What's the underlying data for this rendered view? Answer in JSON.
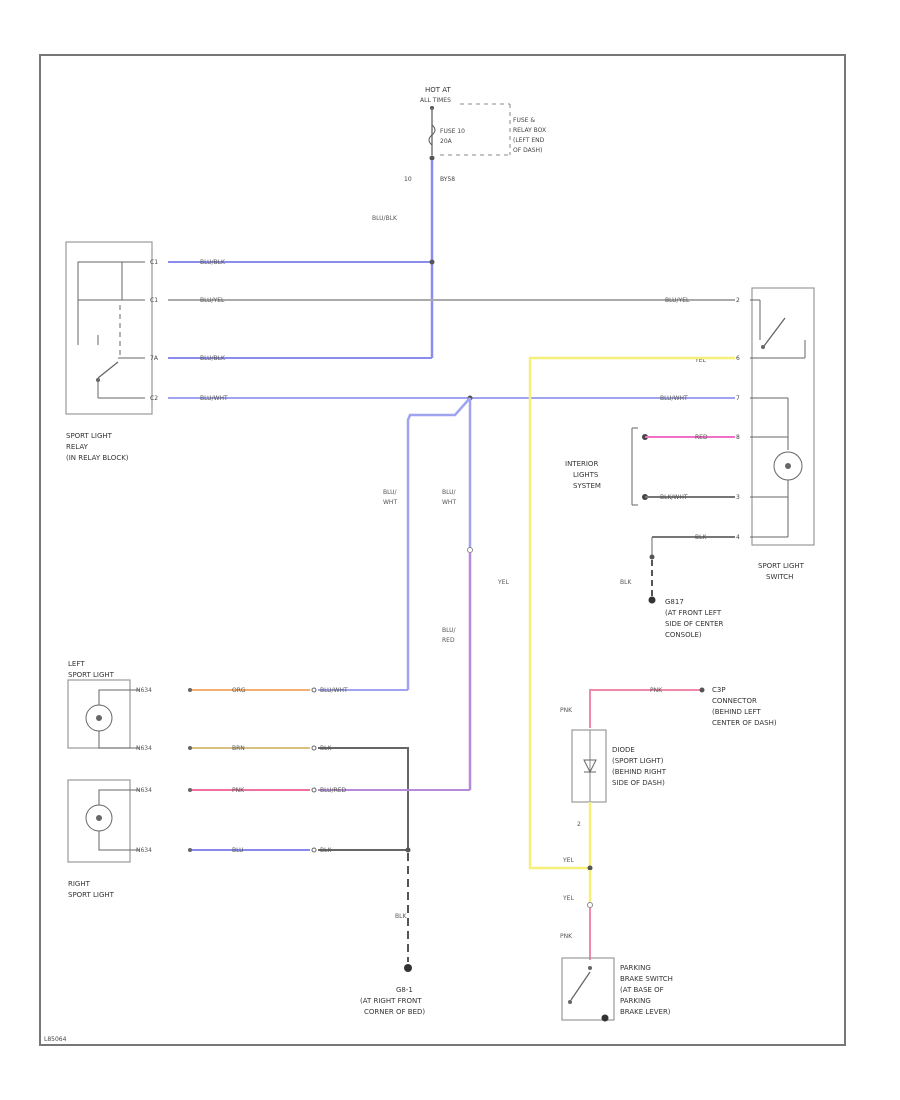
{
  "colors": {
    "blu_blk": "#8a8cf0",
    "blu_yel": "#aaaaaa",
    "blu_wht": "#a0a4f0",
    "yel": "#f4f07a",
    "pnk": "#f08aa8",
    "org": "#f4b070",
    "brn": "#d8c080",
    "blu": "#8888ee",
    "blk": "#666666",
    "blu_red": "#b58ad8",
    "red": "#f070c8",
    "outline": "#888888",
    "frame": "#777777"
  },
  "power": {
    "hot_label": "HOT AT",
    "hot_sub": "ALL TIMES",
    "fuse_label": "FUSE 10",
    "fuse_amp": "20A",
    "fuse_box": [
      "FUSE &",
      "RELAY BOX",
      "(LEFT END",
      "OF DASH)"
    ],
    "terminal_label": "10",
    "terminal_conn": "BY58",
    "wire_label": "BLU/BLK"
  },
  "relay": {
    "label": [
      "SPORT LIGHT",
      "RELAY",
      "(IN RELAY BLOCK)"
    ],
    "pins": [
      "C1",
      "C1",
      "7A",
      "C2"
    ],
    "wires": [
      "BLU/BLK",
      "BLU/YEL",
      "BLU/BLK",
      "BLU/WHT"
    ]
  },
  "switch": {
    "label": [
      "SPORT LIGHT",
      "SWITCH"
    ],
    "wire_top": "BLU/YEL",
    "wire_yel": "YEL",
    "wire_wht": "BLU/WHT",
    "wire_red": "RED",
    "wire_blkwht": "BLK/WHT",
    "wire_blk": "BLK",
    "pins": [
      "2",
      "6",
      "7",
      "8",
      "3",
      "4"
    ],
    "interior": [
      "INTERIOR",
      "LIGHTS",
      "SYSTEM"
    ]
  },
  "ground_g207": {
    "wire": "BLK",
    "label": [
      "G817",
      "(AT FRONT LEFT",
      "SIDE OF CENTER",
      "CONSOLE)"
    ]
  },
  "mid_wires": {
    "left": [
      "BLU/",
      "WHT"
    ],
    "right": [
      "BLU/",
      "WHT"
    ],
    "lower": [
      "BLU/",
      "RED"
    ],
    "yel": "YEL"
  },
  "left_light": {
    "label": [
      "LEFT",
      "SPORT LIGHT"
    ],
    "conn": "N634",
    "wire1": "ORG",
    "wire2": "BRN",
    "out1": "BLU/WHT",
    "out2": "BLK"
  },
  "right_light": {
    "label": [
      "RIGHT",
      "SPORT LIGHT"
    ],
    "conn": "N634",
    "wire1": "PNK",
    "wire2": "BLU",
    "out1": "BLU/RED",
    "out2": "BLK"
  },
  "ground_g401": {
    "wire": "BLK",
    "label": [
      "G8-1",
      "(AT RIGHT FRONT",
      "CORNER OF BED)"
    ]
  },
  "diode": {
    "wire_top": "PNK",
    "wire_mid": "PNK",
    "conn_label": [
      "C3P",
      "CONNECTOR",
      "(BEHIND LEFT",
      "CENTER OF DASH)"
    ],
    "label": [
      "DIODE",
      "(SPORT LIGHT)",
      "(BEHIND RIGHT",
      "SIDE OF DASH)"
    ],
    "pin": "2",
    "yel_in": "YEL",
    "yel_out": "YEL",
    "pnk_bottom": "PNK"
  },
  "brake_switch": {
    "label": [
      "PARKING",
      "BRAKE SWITCH",
      "(AT BASE OF",
      "PARKING",
      "BRAKE LEVER)"
    ]
  },
  "footer": {
    "code": "L85064"
  }
}
